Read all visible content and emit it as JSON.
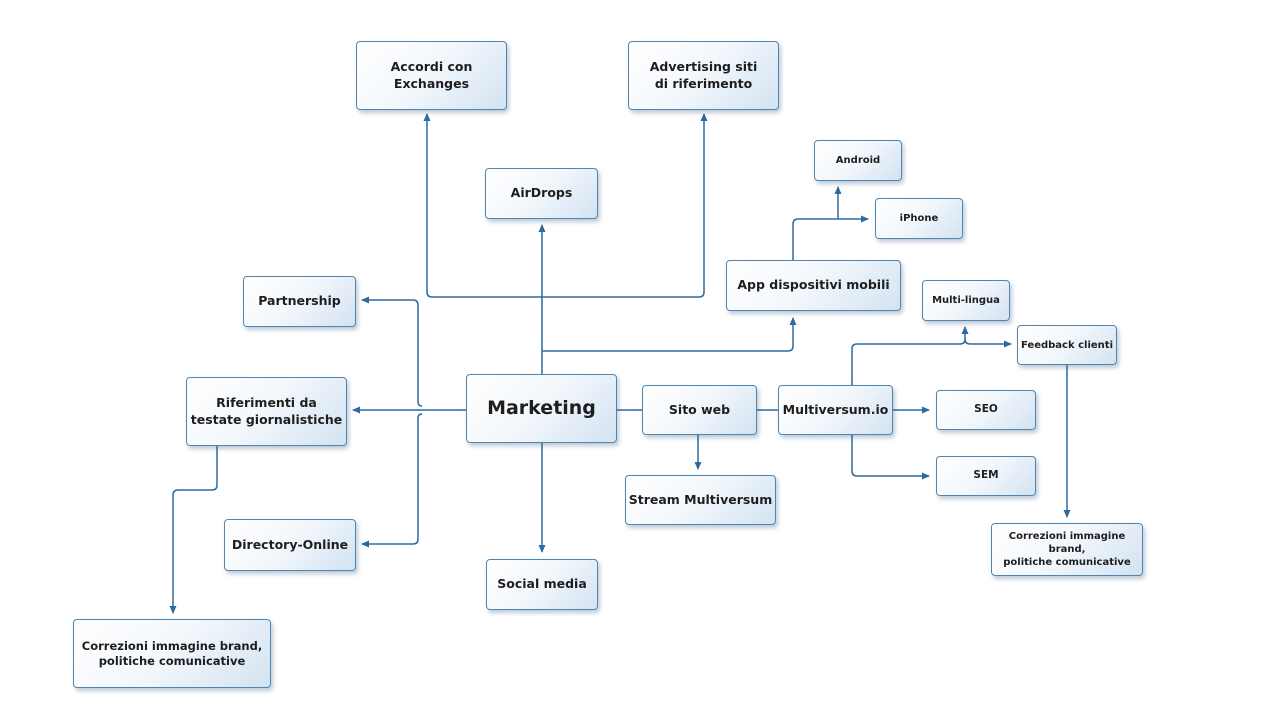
{
  "diagram": {
    "nodes": {
      "marketing": "Marketing",
      "accordi": "Accordi con\nExchanges",
      "advertising": "Advertising siti\ndi riferimento",
      "airdrops": "AirDrops",
      "android": "Android",
      "iphone": "iPhone",
      "app": "App dispositivi mobili",
      "partnership": "Partnership",
      "multilingua": "Multi-lingua",
      "feedback": "Feedback clienti",
      "riferimenti": "Riferimenti da\ntestate giornalistiche",
      "sitoweb": "Sito web",
      "multiversum": "Multiversum.io",
      "seo": "SEO",
      "sem": "SEM",
      "stream": "Stream Multiversum",
      "directory": "Directory-Online",
      "social": "Social media",
      "correzioni_left": "Correzioni immagine brand,\npolitiche comunicative",
      "correzioni_right": "Correzioni immagine brand,\npolitiche comunicative"
    },
    "edges": [
      {
        "from": "marketing",
        "to": "airdrops"
      },
      {
        "from": "marketing",
        "to": "app"
      },
      {
        "from": "marketing",
        "to": "accordi"
      },
      {
        "from": "marketing",
        "to": "advertising"
      },
      {
        "from": "marketing",
        "to": "riferimenti"
      },
      {
        "from": "marketing",
        "to": "partnership"
      },
      {
        "from": "marketing",
        "to": "directory"
      },
      {
        "from": "marketing",
        "to": "social"
      },
      {
        "from": "marketing",
        "to": "sitoweb"
      },
      {
        "from": "sitoweb",
        "to": "multiversum"
      },
      {
        "from": "sitoweb",
        "to": "stream"
      },
      {
        "from": "multiversum",
        "to": "seo"
      },
      {
        "from": "multiversum",
        "to": "sem"
      },
      {
        "from": "multiversum",
        "to": "multilingua"
      },
      {
        "from": "multiversum",
        "to": "feedback"
      },
      {
        "from": "app",
        "to": "android"
      },
      {
        "from": "app",
        "to": "iphone"
      },
      {
        "from": "riferimenti",
        "to": "correzioni_left"
      },
      {
        "from": "feedback",
        "to": "correzioni_right"
      }
    ]
  }
}
